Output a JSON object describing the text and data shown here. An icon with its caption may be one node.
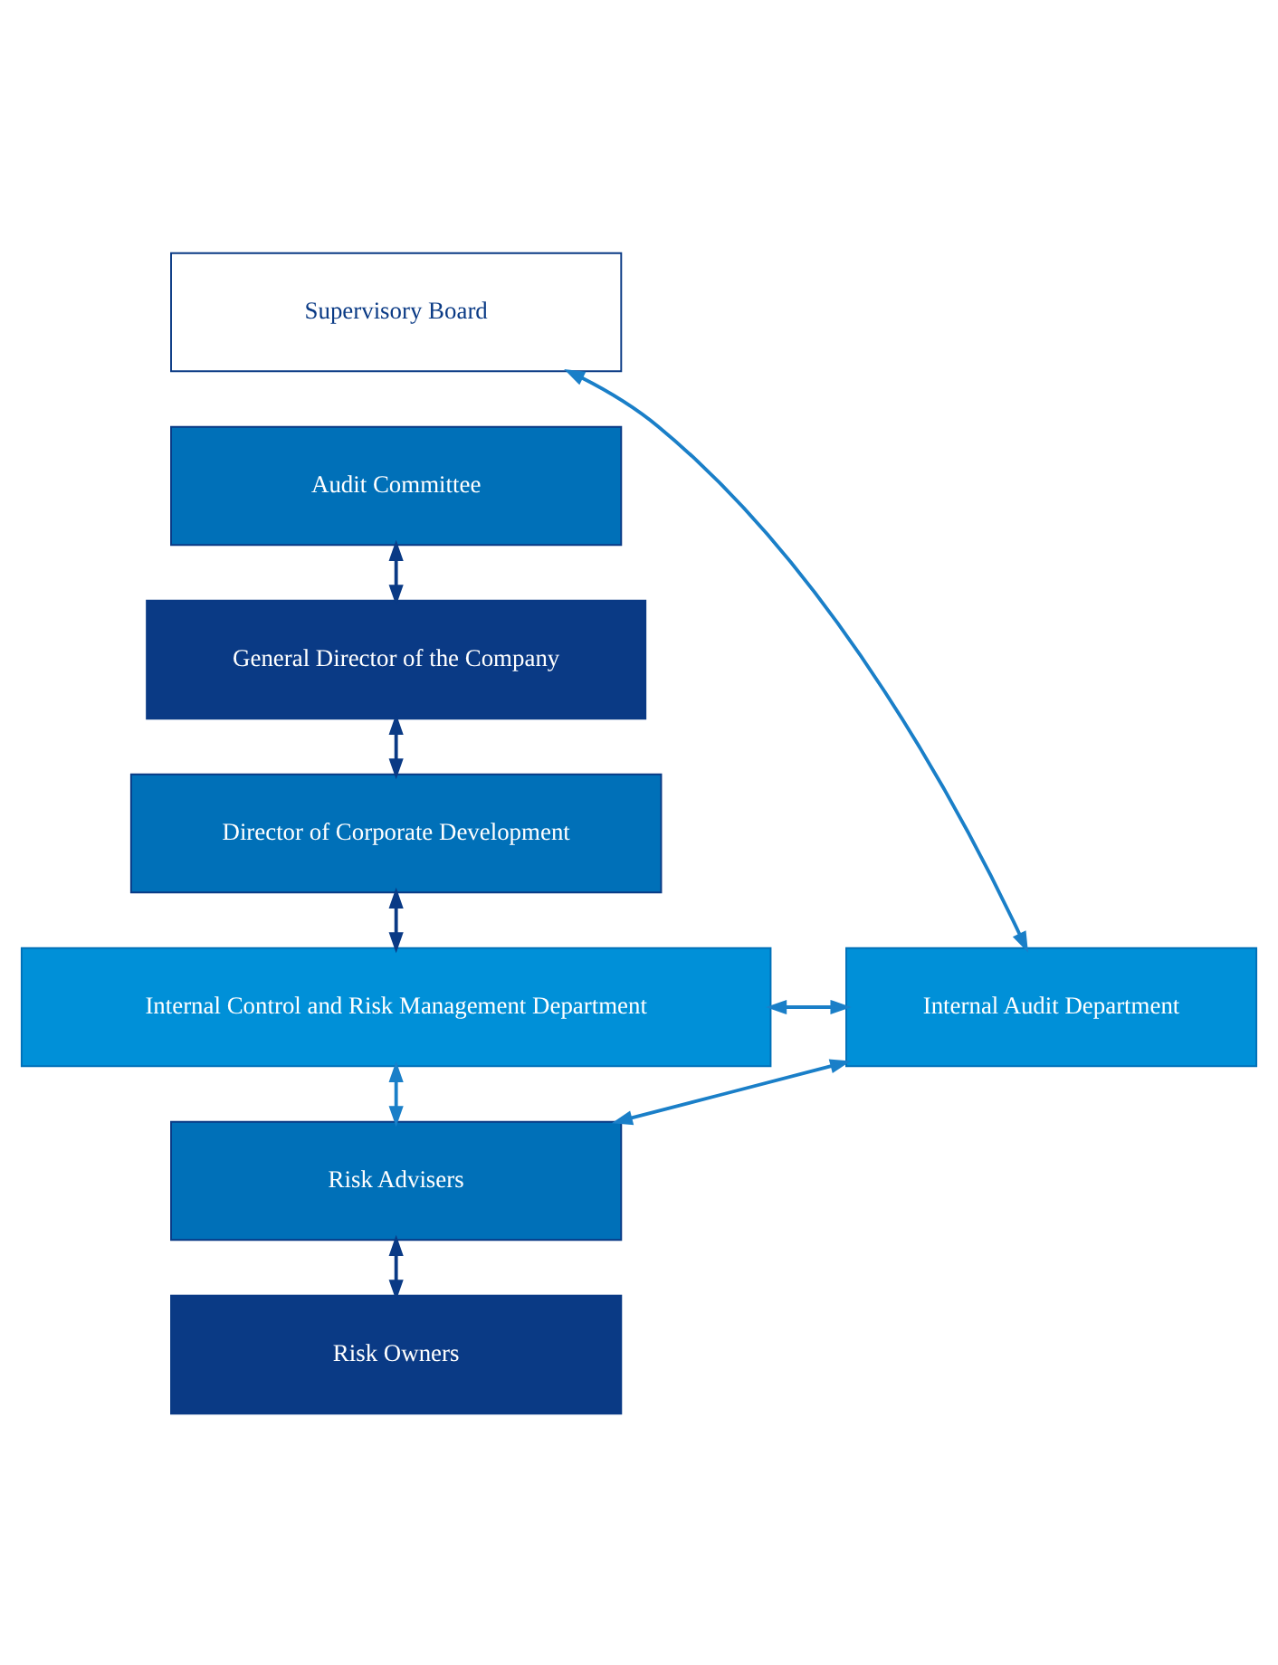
{
  "diagram": {
    "nodes": [
      {
        "text": [
          "Supervisory Board"
        ]
      },
      {
        "text": [
          "Audit Committee"
        ]
      },
      {
        "text": [
          "General Director of the Company"
        ]
      },
      {
        "text": [
          "Director of Corporate Development"
        ]
      },
      {
        "text": [
          "Internal Control and Risk Management Department"
        ]
      },
      {
        "text": [
          "Internal Audit Department"
        ]
      },
      {
        "text": [
          "Risk Advisers"
        ]
      },
      {
        "text": [
          "Risk Owners"
        ]
      }
    ],
    "edges": [
      {
        "from": 1,
        "to": 2,
        "arrow": "both"
      },
      {
        "from": 2,
        "to": 3,
        "arrow": "both"
      },
      {
        "from": 3,
        "to": 4,
        "arrow": "both"
      },
      {
        "from": 4,
        "to": 5,
        "arrow": "both",
        "color": "#1a7fc8"
      },
      {
        "from": 4,
        "to": 6,
        "arrow": "both",
        "color": "#1a7fc8"
      },
      {
        "from": 6,
        "to": 7,
        "arrow": "both"
      },
      {
        "from": 5,
        "to": 0,
        "arrow": "both",
        "color": "#1a7fc8"
      },
      {
        "from": 5,
        "to": 6,
        "arrow": "both",
        "color": "#1a7fc8"
      }
    ]
  }
}
